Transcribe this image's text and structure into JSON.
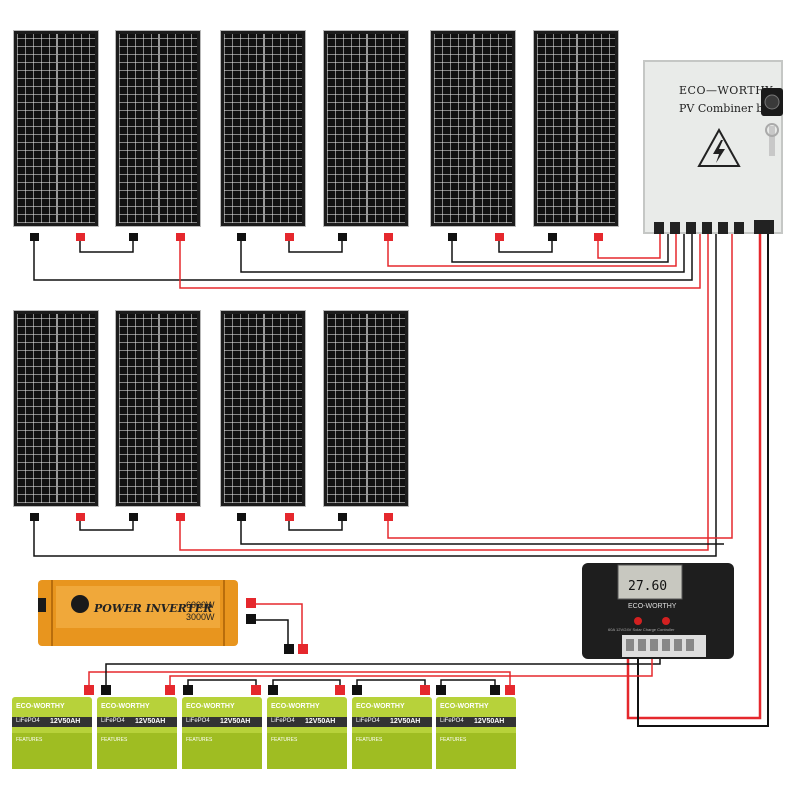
{
  "combiner_box": {
    "brand": "ECO—WORTHY",
    "label": "PV Combiner box",
    "warning_icon": "high-voltage-icon",
    "lock_icon": "key-lock-icon"
  },
  "inverter": {
    "title": "POWER INVERTER",
    "rating_peak": "6000W",
    "rating_continuous": "3000W"
  },
  "controller": {
    "display": "27.60",
    "brand": "ECO-WORTHY",
    "model": "60A 12V/24V Solar Charge Controller"
  },
  "battery": {
    "brand": "ECO-WORTHY",
    "capacity": "12V50AH",
    "chemistry": "LiFePO4",
    "features": "FEATURES"
  },
  "panel_count": 10,
  "battery_count": 6,
  "colors": {
    "positive": "#e5282d",
    "negative": "#111111",
    "inverter_orange": "#e8951e",
    "battery_green": "#b7d23a",
    "controller_body": "#1e1e1e"
  }
}
